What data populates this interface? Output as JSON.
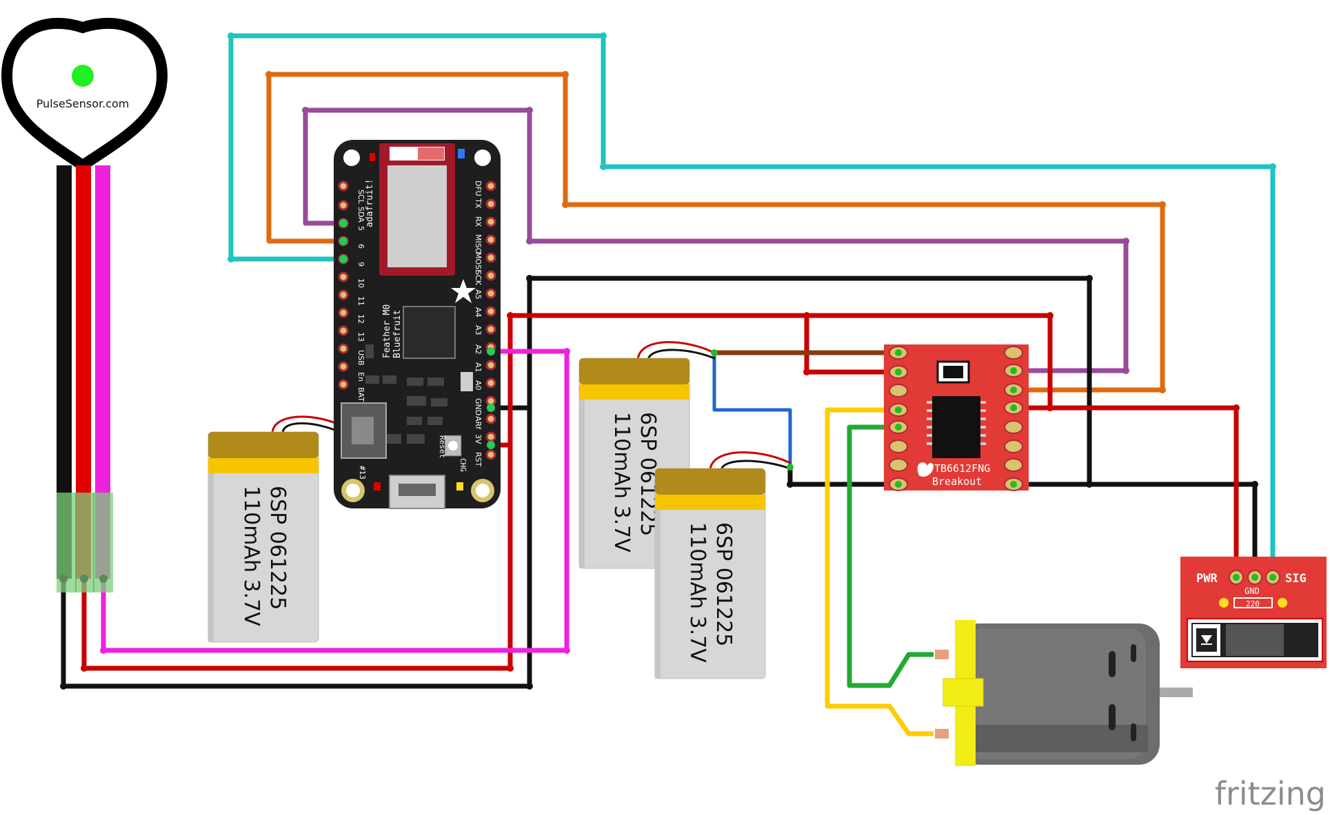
{
  "colors": {
    "background": "#ffffff",
    "board": "#1e1e1e",
    "pcb_red": "#e23a36",
    "battery_gold": "#b08a1a",
    "battery_label": "#f7c400",
    "battery_body": "#d7d7d7",
    "motor_body": "#6d6d6d",
    "motor_cap": "#f2ec16",
    "wire_cyan": "#1fc3c0",
    "wire_orange": "#e06a10",
    "wire_purple": "#9a4a9a",
    "wire_black": "#111111",
    "wire_red": "#c90000",
    "wire_magenta": "#ee22dd",
    "wire_brown": "#8a3a10",
    "wire_blue": "#2266cc",
    "wire_yellow": "#ffcc00",
    "wire_green": "#22aa33",
    "led_green": "#22ee22",
    "fritzing_gray": "#8c8c8c"
  },
  "pulse_sensor": {
    "label": "PulseSensor.com"
  },
  "feather": {
    "brand": "adafruit!",
    "model_line1": "Feather M0",
    "model_line2": "Bluefruit",
    "left_pins": [
      "SCL",
      "SDA",
      "5",
      "6",
      "9",
      "10",
      "11",
      "12",
      "13",
      "USB",
      "En",
      "BAT"
    ],
    "right_pins": [
      "DFU",
      "TX",
      "RX",
      "MISO",
      "MOSI",
      "SCK",
      "A5",
      "A4",
      "A3",
      "A2",
      "A1",
      "A0",
      "GND",
      "ARf",
      "3V",
      "RST"
    ],
    "reset_label": "Reset",
    "chg_label": "CHG",
    "bottom_label": "#13"
  },
  "batteries": [
    {
      "line1": "6SP 061225",
      "line2": "110mAh 3.7V"
    },
    {
      "line1": "6SP 061225",
      "line2": "110mAh 3.7V"
    },
    {
      "line1": "6SP 061225",
      "line2": "110mAh 3.7V"
    }
  ],
  "driver": {
    "line1": "TB6612FNG",
    "line2": "Breakout"
  },
  "sensor_board": {
    "pwr": "PWR",
    "gnd": "GND",
    "sig": "SIG",
    "resistor": "220"
  },
  "watermark": "fritzing"
}
